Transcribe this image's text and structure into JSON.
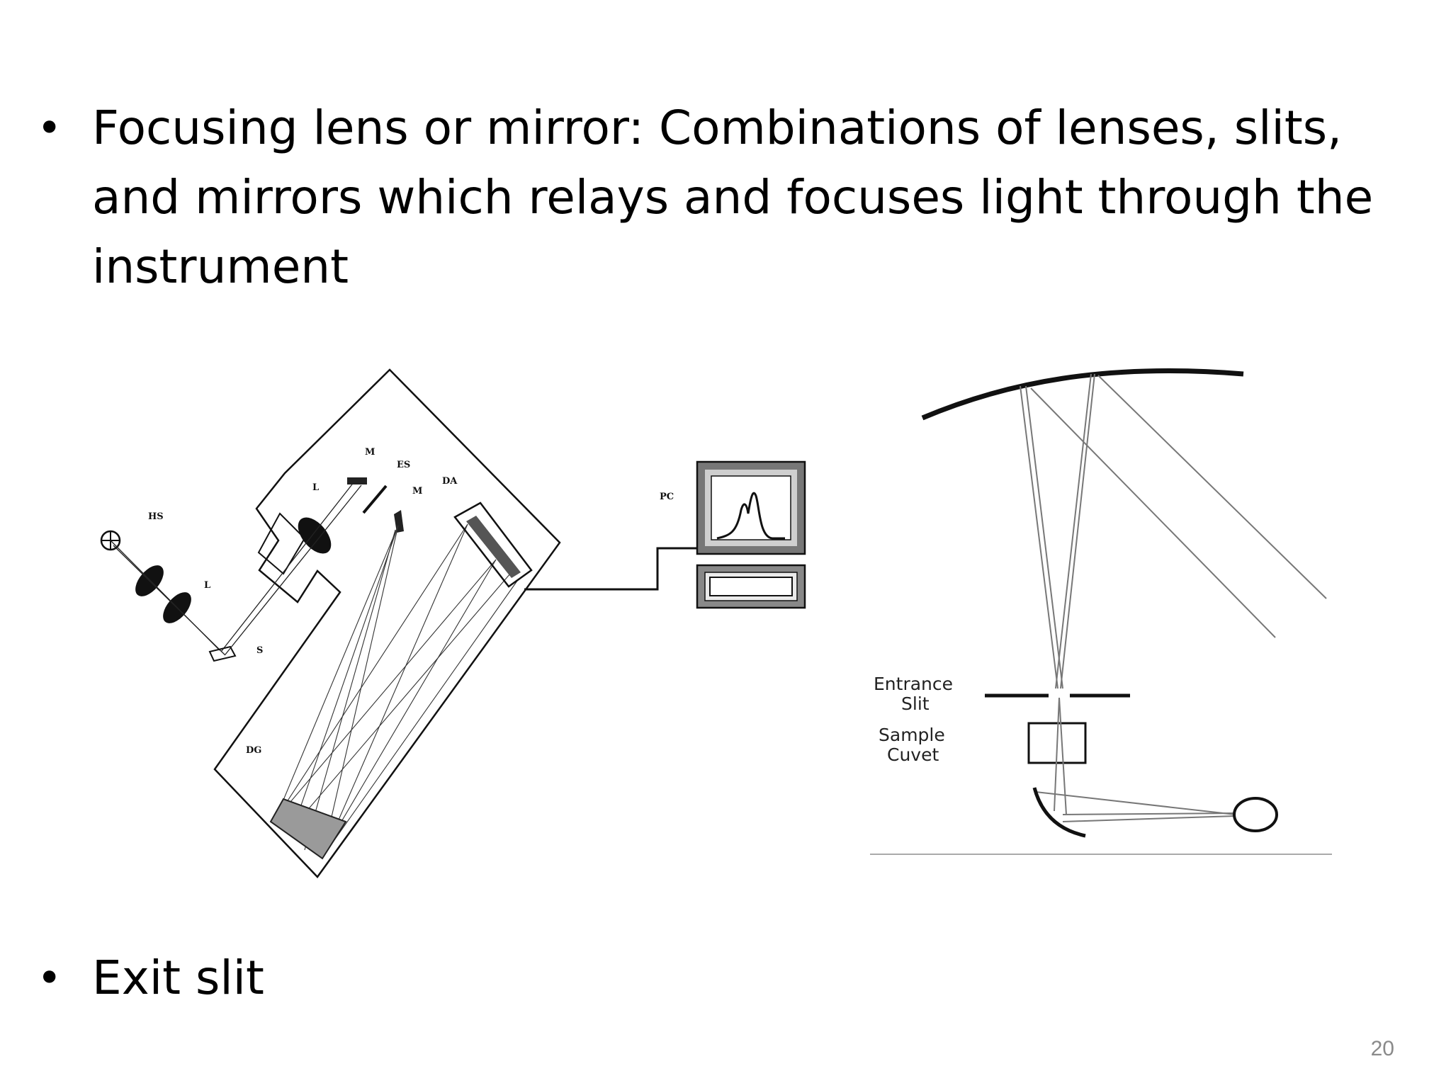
{
  "slide": {
    "bullets": [
      {
        "marker": "•",
        "text": "Focusing lens or mirror: Combinations of lenses, slits, and mirrors which relays and focuses light through the instrument"
      },
      {
        "marker": "•",
        "text": "Exit slit"
      }
    ],
    "page_number": "20"
  },
  "spectrometer_diagram": {
    "labels": {
      "hs": "HS",
      "l1": "L",
      "l2": "L",
      "m1": "M",
      "es": "ES",
      "m2": "M",
      "da": "DA",
      "pc": "PC",
      "s": "S",
      "dg": "DG"
    }
  },
  "cuvet_diagram": {
    "labels": {
      "entrance_line1": "Entrance",
      "entrance_line2": "Slit",
      "sample_line1": "Sample",
      "sample_line2": "Cuvet"
    }
  }
}
